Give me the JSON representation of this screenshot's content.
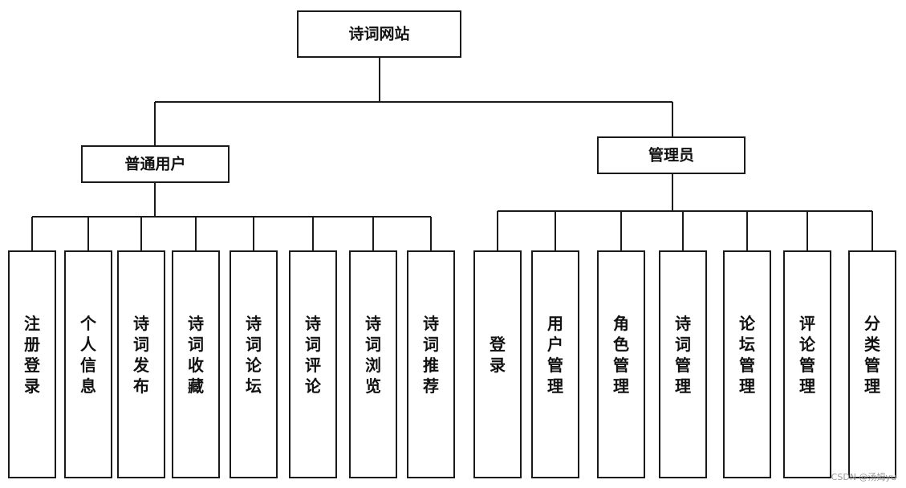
{
  "root": {
    "label": "诗词网站"
  },
  "branches": [
    {
      "label": "普通用户",
      "children": [
        {
          "label": "注册登录"
        },
        {
          "label": "个人信息"
        },
        {
          "label": "诗词发布"
        },
        {
          "label": "诗词收藏"
        },
        {
          "label": "诗词论坛"
        },
        {
          "label": "诗词评论"
        },
        {
          "label": "诗词浏览"
        },
        {
          "label": "诗词推荐"
        }
      ]
    },
    {
      "label": "管理员",
      "children": [
        {
          "label": "登录"
        },
        {
          "label": "用户管理"
        },
        {
          "label": "角色管理"
        },
        {
          "label": "诗词管理"
        },
        {
          "label": "论坛管理"
        },
        {
          "label": "评论管理"
        },
        {
          "label": "分类管理"
        }
      ]
    }
  ],
  "watermark": "CSDN @汤姆yu"
}
